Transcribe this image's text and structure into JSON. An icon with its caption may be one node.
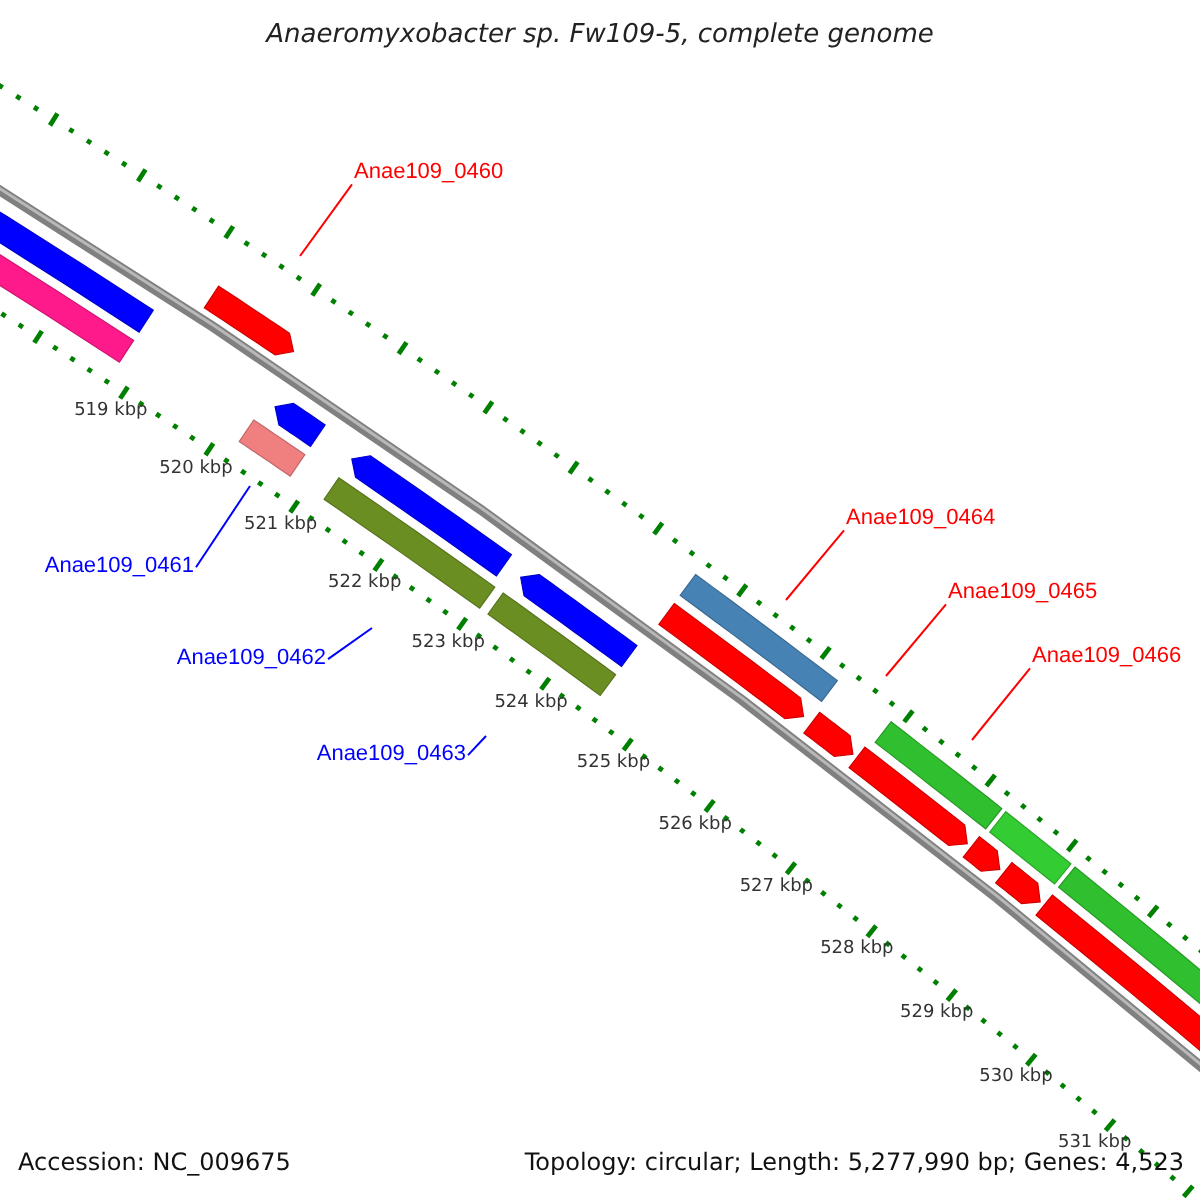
{
  "diagram": {
    "title": "Anaeromyxobacter sp. Fw109-5, complete genome",
    "nodes": [
      {
        "text": [
          "Anae109_0460"
        ]
      },
      {
        "text": [
          "Anae109_0461"
        ]
      },
      {
        "text": [
          "Anae109_0462"
        ]
      },
      {
        "text": [
          "Anae109_0463"
        ]
      },
      {
        "text": [
          "Anae109_0464"
        ]
      },
      {
        "text": [
          "Anae109_0465"
        ]
      },
      {
        "text": [
          "Anae109_0466"
        ]
      }
    ],
    "edges": [
      {
        "from": 0,
        "to": null,
        "arrow": "none"
      },
      {
        "from": 1,
        "to": null,
        "arrow": "none",
        "color": "#0000ff"
      },
      {
        "from": 2,
        "to": null,
        "arrow": "none",
        "color": "#0000ff"
      },
      {
        "from": 3,
        "to": null,
        "arrow": "none",
        "color": "#0000ff"
      },
      {
        "from": 4,
        "to": null,
        "arrow": "none"
      },
      {
        "from": 5,
        "to": null,
        "arrow": "none"
      },
      {
        "from": 6,
        "to": null,
        "arrow": "none"
      }
    ],
    "labels": [
      "519 kbp",
      "520 kbp",
      "521 kbp",
      "522 kbp",
      "523 kbp",
      "524 kbp",
      "525 kbp",
      "526 kbp",
      "527 kbp",
      "528 kbp",
      "529 kbp",
      "530 kbp",
      "531 kbp",
      "Accession: NC_009675",
      "Topology: circular; Length: 5,277,990 bp; Genes: 4,523"
    ]
  }
}
